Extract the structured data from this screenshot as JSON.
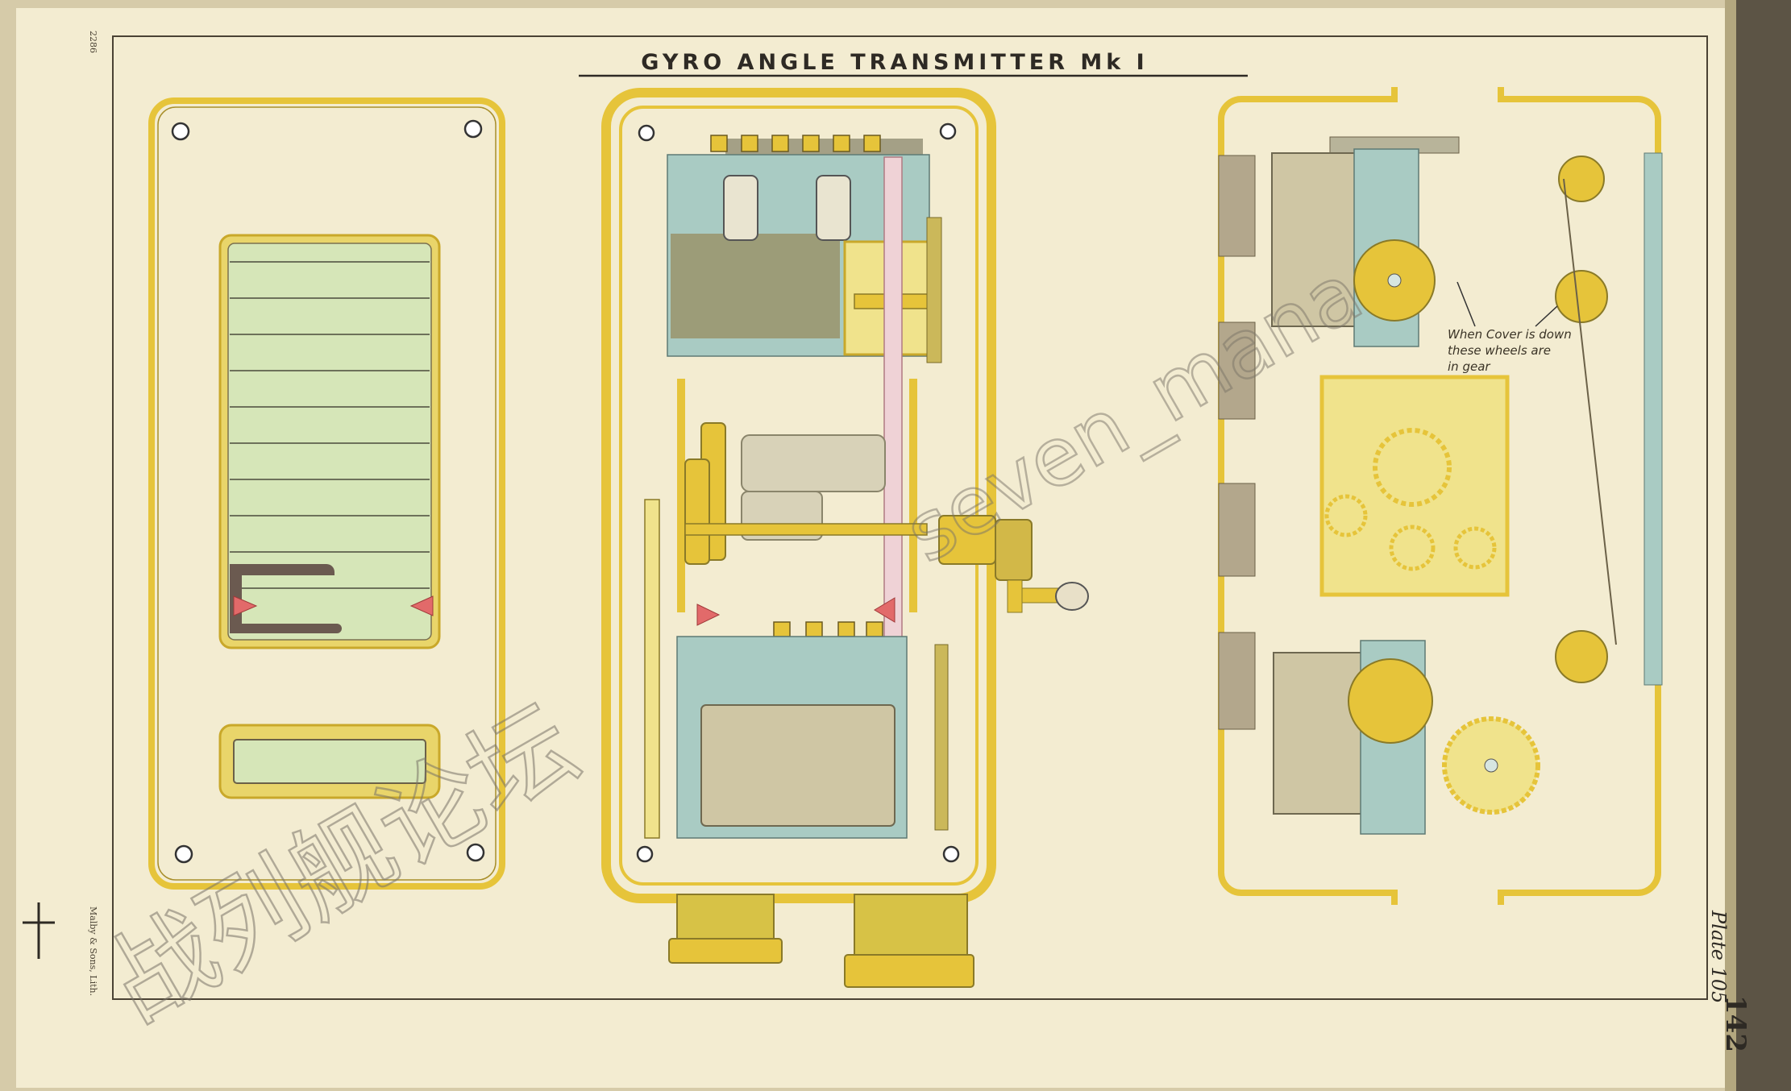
{
  "title": "GYRO   ANGLE   TRANSMITTER   Mk I",
  "callout": {
    "line1": "When Cover is down",
    "line2": "these wheels are",
    "line3": "in gear"
  },
  "plate_label": "Plate 105",
  "page_number": "142",
  "printer_credit": "Malby & Sons, Lith.",
  "edge_note": "2286",
  "watermark": {
    "chinese": "战列舰论坛",
    "english": "seven_mana"
  },
  "colors": {
    "paper": "#f2ebcf",
    "brass": "#e8c93c",
    "steel_blue": "#a9cbc3",
    "grey_metal": "#9e9a82",
    "pointer_red": "#e26a6a",
    "scale_green": "#d6e6b8"
  }
}
